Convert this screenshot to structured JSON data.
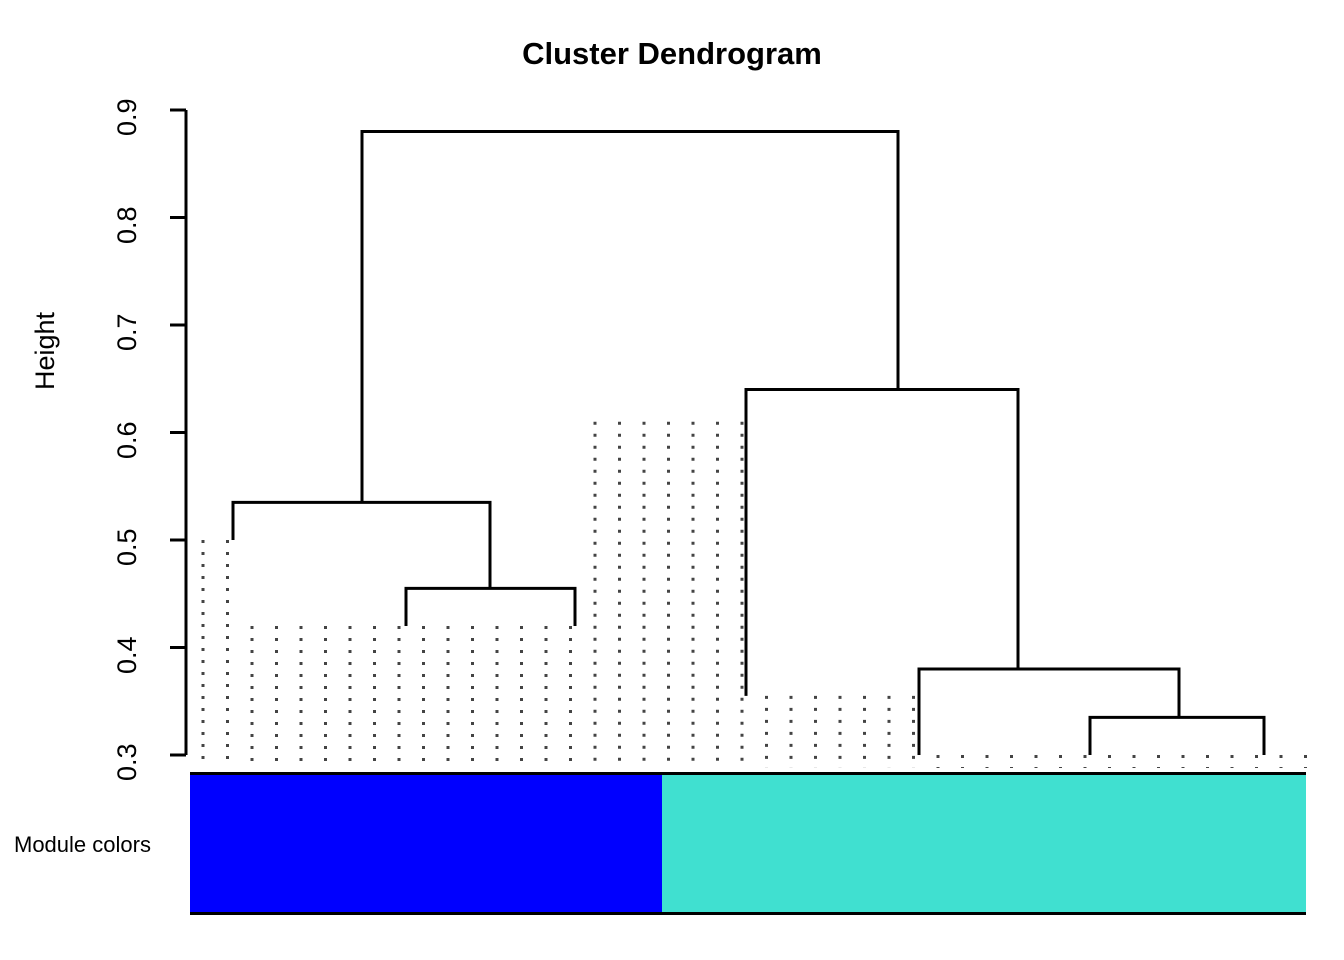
{
  "chart_data": {
    "type": "dendrogram",
    "title": "Cluster Dendrogram",
    "xlabel": "",
    "ylabel": "Height",
    "ylim": [
      0.28,
      0.9
    ],
    "yticks": [
      0.3,
      0.4,
      0.5,
      0.6,
      0.7,
      0.8,
      0.9
    ],
    "ytick_labels": [
      "0.3",
      "0.4",
      "0.5",
      "0.6",
      "0.7",
      "0.8",
      "0.9"
    ],
    "grid": false,
    "legend": null,
    "n_leaves": 46,
    "leaf_labels": [],
    "merge_heights": [
      0.88,
      0.64,
      0.535,
      0.61,
      0.455,
      0.5,
      0.38,
      0.355,
      0.335,
      0.42
    ],
    "cut_height": 0.28,
    "merges": [
      {
        "name": "root",
        "height": 0.88,
        "left_x": 362,
        "right_x": 898,
        "left_child_height": 0.535,
        "right_child_height": 0.64
      },
      {
        "name": "left-cluster-top",
        "height": 0.535,
        "left_x": 233,
        "right_x": 490,
        "left_child_height": 0.5,
        "right_child_height": 0.455
      },
      {
        "name": "left-cluster-inner",
        "height": 0.455,
        "left_x": 406,
        "right_x": 575,
        "left_child_height": 0.42,
        "right_child_height": 0.42
      },
      {
        "name": "right-cluster-top",
        "height": 0.64,
        "left_x": 746,
        "right_x": 1018,
        "left_child_height": 0.355,
        "right_child_height": 0.38
      },
      {
        "name": "right-cluster-inner",
        "height": 0.38,
        "left_x": 919,
        "right_x": 1179,
        "left_child_height": 0.3,
        "right_child_height": 0.335
      },
      {
        "name": "right-cluster-leafpair",
        "height": 0.335,
        "left_x": 1090,
        "right_x": 1264,
        "left_child_height": 0.3,
        "right_child_height": 0.3
      }
    ],
    "modules": [
      {
        "name": "blue",
        "color": "#0000FF",
        "start_x": 190,
        "end_x": 662,
        "n_leaves": 19
      },
      {
        "name": "turquoise",
        "color": "#40E0D0",
        "start_x": 662,
        "end_x": 1306,
        "n_leaves": 27
      }
    ]
  },
  "axis": {
    "y_label": "Height",
    "ticks": [
      "0.9",
      "0.8",
      "0.7",
      "0.6",
      "0.5",
      "0.4",
      "0.3"
    ]
  },
  "title": "Cluster Dendrogram",
  "module_bar": {
    "label": "Module colors",
    "blue_color": "#0000FF",
    "turquoise_color": "#40E0D0"
  }
}
